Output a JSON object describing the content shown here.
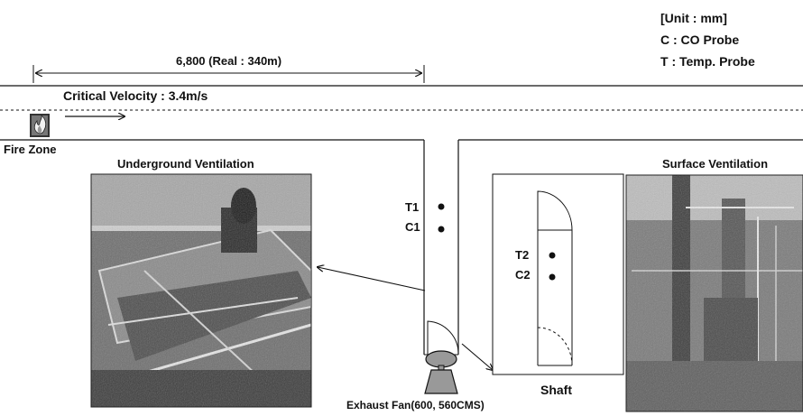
{
  "legend": {
    "unit": "[Unit : mm]",
    "co": "C : CO Probe",
    "temp": "T :  Temp. Probe"
  },
  "dimension_label": "6,800 (Real : 340m)",
  "velocity_label": "Critical Velocity : 3.4m/s",
  "fire_zone_label": "Fire Zone",
  "underground_title": "Underground Ventilation",
  "surface_title": "Surface Ventilation",
  "probes": {
    "t1": "T1",
    "c1": "C1",
    "t2": "T2",
    "c2": "C2"
  },
  "shaft_label": "Shaft",
  "fan_label": "Exhaust Fan(600, 560CMS)",
  "icons": [
    "fire-icon",
    "exhaust-fan-icon"
  ]
}
